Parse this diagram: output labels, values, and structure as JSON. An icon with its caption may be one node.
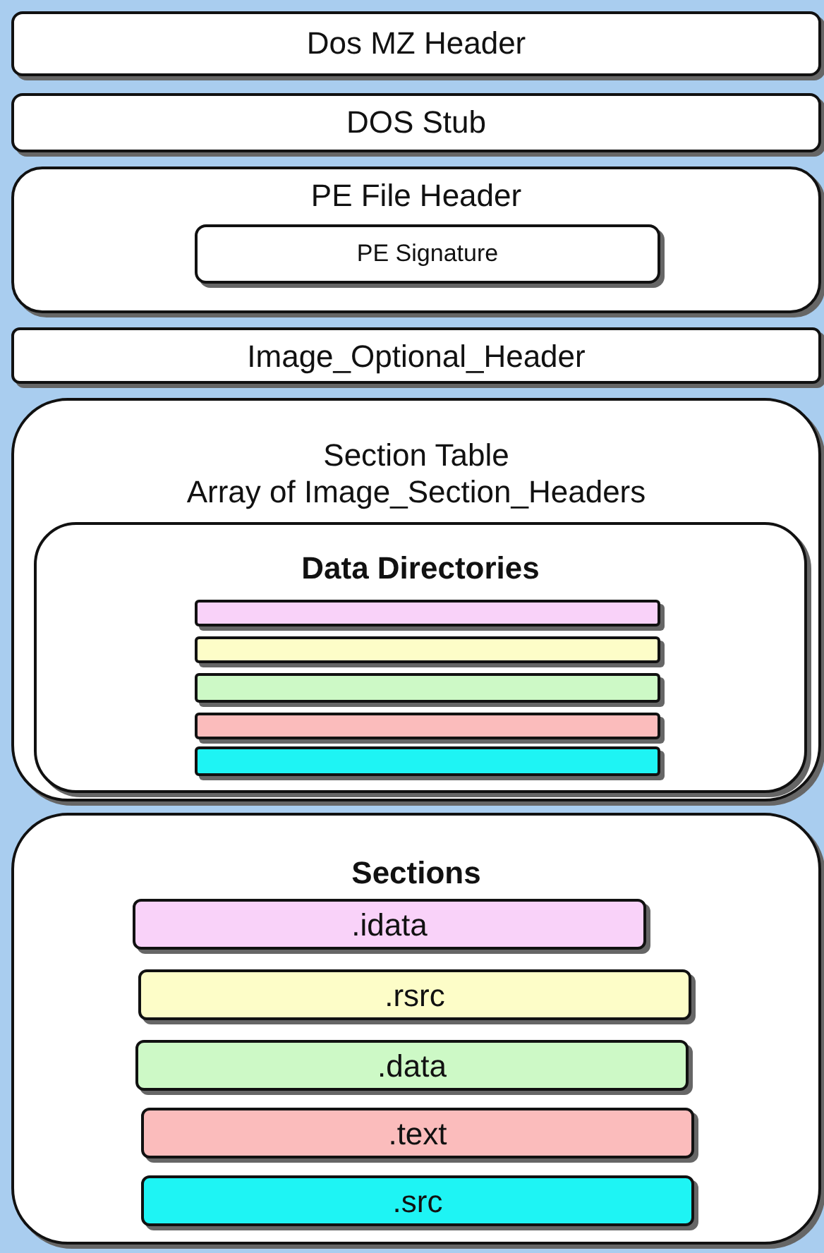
{
  "diagram": {
    "nodes": [
      {
        "text": [
          "Dos MZ Header"
        ]
      },
      {
        "text": [
          "DOS Stub"
        ]
      },
      {
        "text": [
          "PE File Header"
        ]
      },
      {
        "text": [
          "PE Signature"
        ],
        "in": 2
      },
      {
        "text": [
          "Image_Optional_Header"
        ]
      },
      {
        "text": [
          "Section Table",
          "Array of Image_Section_Headers"
        ]
      },
      {
        "text": [
          "Data Directories"
        ],
        "in": 5
      },
      {
        "text": [],
        "shape": "bar",
        "in": 6
      },
      {
        "text": [],
        "shape": "bar",
        "in": 6
      },
      {
        "text": [],
        "shape": "bar",
        "in": 6
      },
      {
        "text": [],
        "shape": "bar",
        "in": 6
      },
      {
        "text": [],
        "shape": "bar",
        "in": 6
      },
      {
        "text": [
          "Sections"
        ]
      },
      {
        "text": [
          ".idata"
        ],
        "in": 12
      },
      {
        "text": [
          ".rsrc"
        ],
        "in": 12
      },
      {
        "text": [
          ".data"
        ],
        "in": 12
      },
      {
        "text": [
          ".text"
        ],
        "in": 12
      },
      {
        "text": [
          ".src"
        ],
        "in": 12
      }
    ]
  }
}
